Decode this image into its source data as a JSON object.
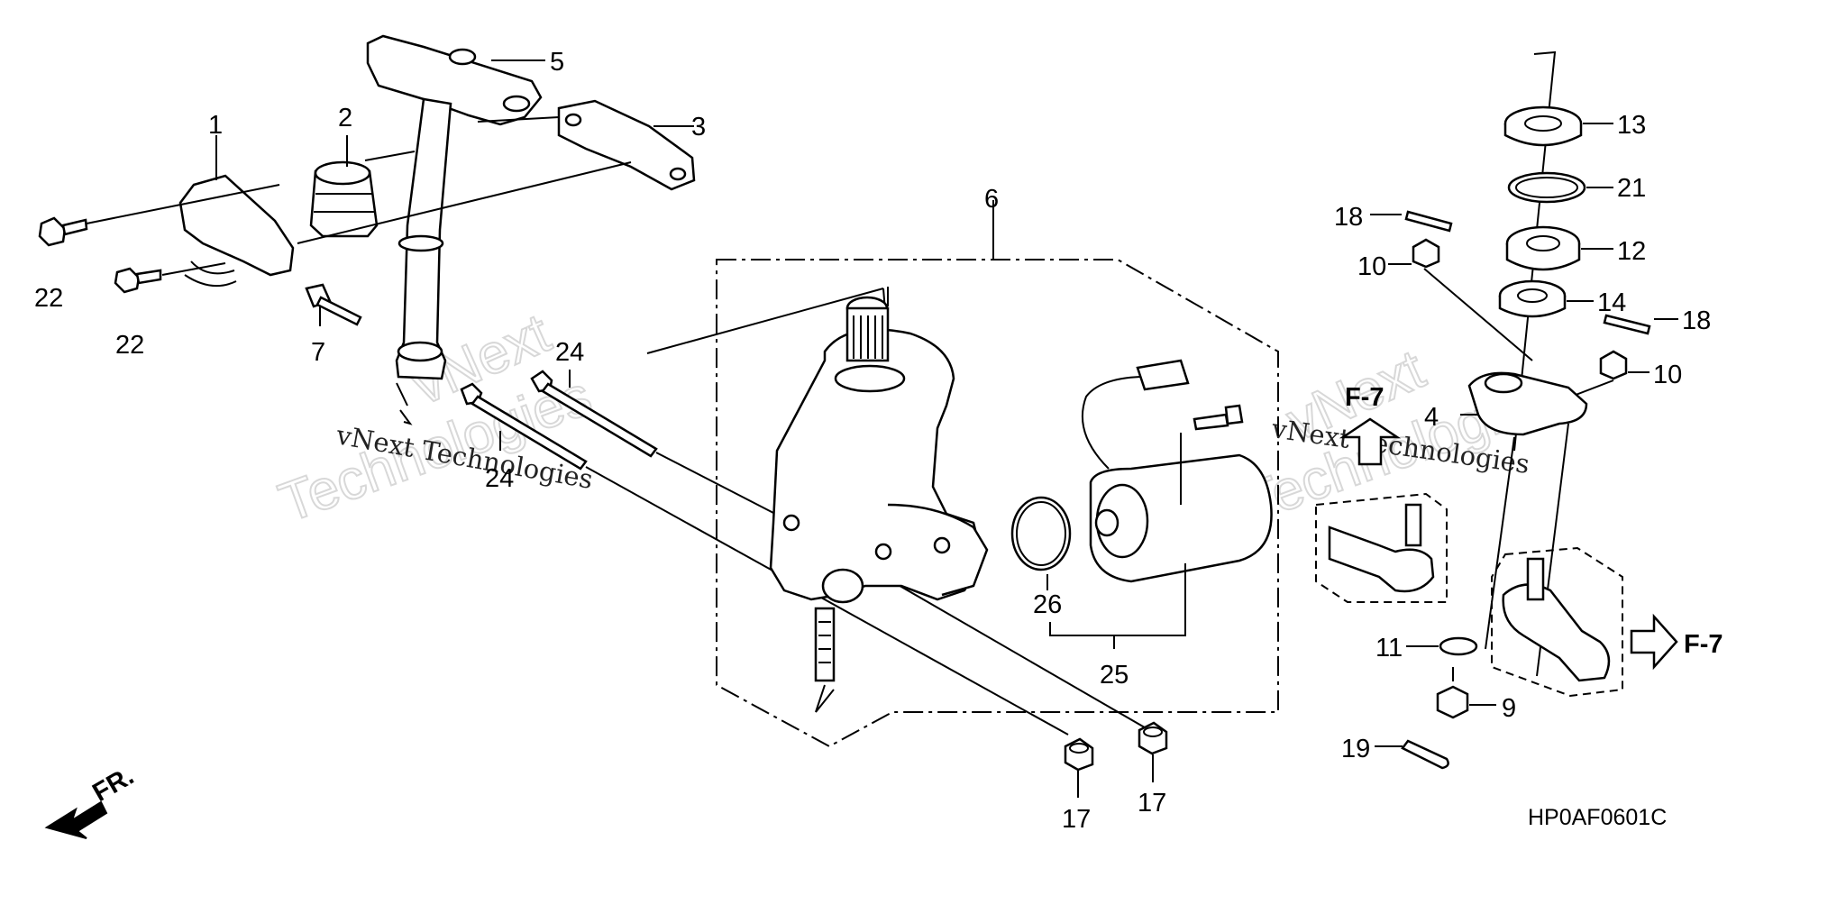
{
  "callouts": {
    "c1": "1",
    "c2": "2",
    "c3": "3",
    "c4": "4",
    "c5": "5",
    "c6": "6",
    "c7": "7",
    "c9": "9",
    "c10a": "10",
    "c10b": "10",
    "c11": "11",
    "c12": "12",
    "c13": "13",
    "c14": "14",
    "c17a": "17",
    "c17b": "17",
    "c18a": "18",
    "c18b": "18",
    "c19": "19",
    "c21": "21",
    "c22a": "22",
    "c22b": "22",
    "c24a": "24",
    "c24b": "24",
    "c25": "25",
    "c26": "26"
  },
  "refs": {
    "f7_upper": "F-7",
    "f7_right": "F-7"
  },
  "direction": {
    "fr": "FR."
  },
  "diagram_code": "HP0AF0601C",
  "watermark": {
    "brand": "vNext",
    "word": "Technologies",
    "full": "vNext Technologies"
  },
  "colors": {
    "ink": "#000000",
    "watermark": "#d8d8d8"
  }
}
